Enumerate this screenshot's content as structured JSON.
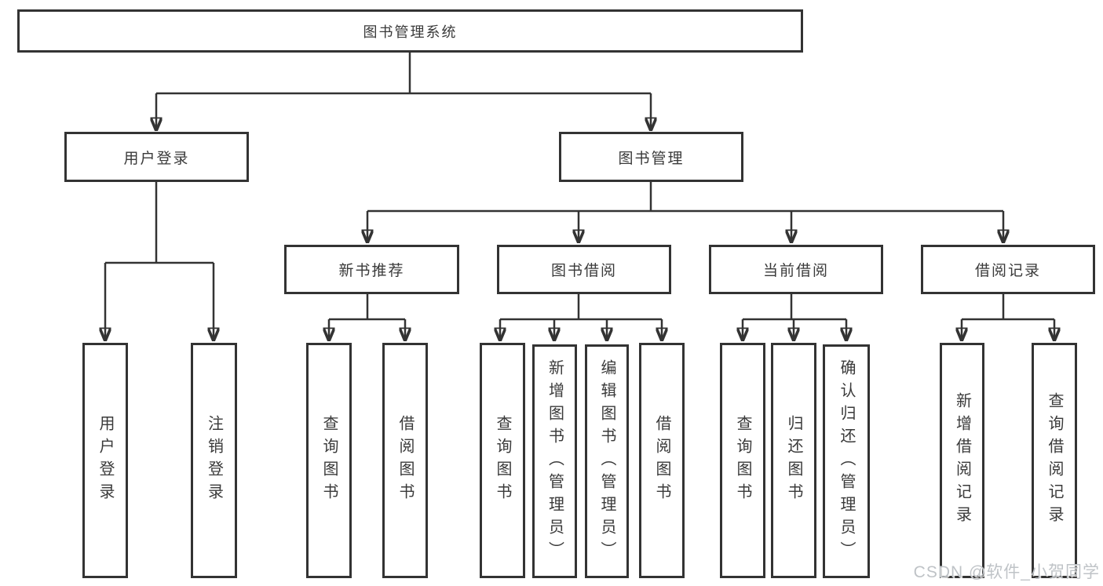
{
  "diagram": {
    "root": {
      "label": "图书管理系统",
      "children": [
        {
          "label": "用户登录",
          "children": [
            {
              "label": "用户登录"
            },
            {
              "label": "注销登录"
            }
          ]
        },
        {
          "label": "图书管理",
          "children": [
            {
              "label": "新书推荐",
              "children": [
                {
                  "label": "查询图书"
                },
                {
                  "label": "借阅图书"
                }
              ]
            },
            {
              "label": "图书借阅",
              "children": [
                {
                  "label": "查询图书"
                },
                {
                  "label": "新增图书（管理员）"
                },
                {
                  "label": "编辑图书（管理员）"
                },
                {
                  "label": "借阅图书"
                }
              ]
            },
            {
              "label": "当前借阅",
              "children": [
                {
                  "label": "查询图书"
                },
                {
                  "label": "归还图书"
                },
                {
                  "label": "确认归还（管理员）"
                }
              ]
            },
            {
              "label": "借阅记录",
              "children": [
                {
                  "label": "新增借阅记录"
                },
                {
                  "label": "查询借阅记录"
                }
              ]
            }
          ]
        }
      ]
    },
    "watermark": "CSDN @软件_小贺同学",
    "colors": {
      "line": "#333333",
      "box_border": "#333333",
      "text": "#3a3a3a",
      "watermark": "#bfc3c7",
      "background": "#ffffff"
    }
  }
}
